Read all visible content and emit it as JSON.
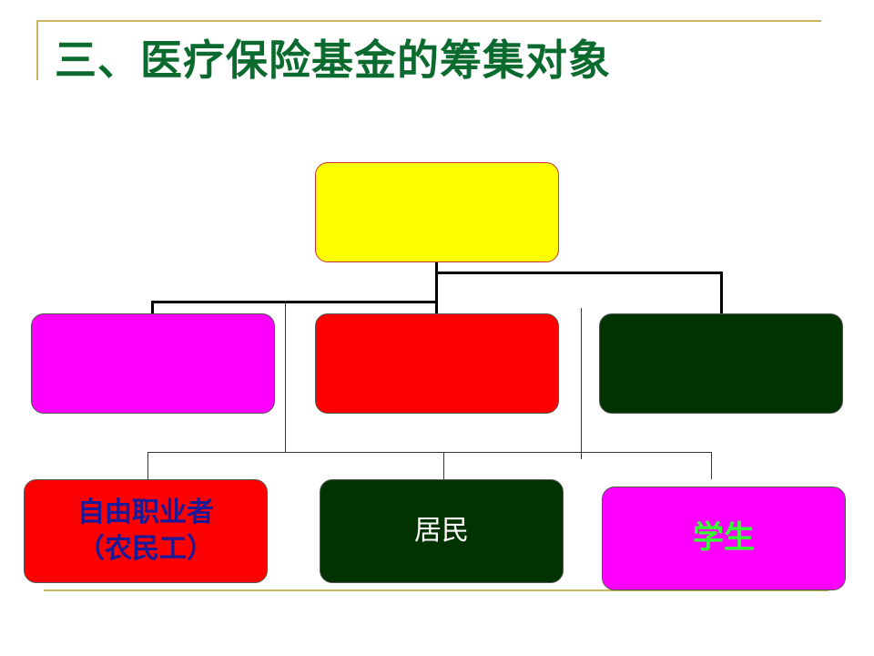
{
  "title": "三、医疗保险基金的筹集对象",
  "colors": {
    "title": "#0b6b2e",
    "yellow": "#ffff00",
    "magenta": "#ff00ff",
    "red": "#ff0000",
    "dark_green": "#003300",
    "frame": "#c8b45a"
  },
  "boxes": {
    "root": {
      "label": "",
      "color": "#ffff00"
    },
    "mid_left": {
      "label": "",
      "color": "#ff00ff"
    },
    "mid_center": {
      "label": "",
      "color": "#ff0000"
    },
    "mid_right": {
      "label": "",
      "color": "#003300"
    },
    "bottom_left": {
      "label": "自由职业者\n（农民工）",
      "color": "#ff0000",
      "text_color": "#1a1a99"
    },
    "bottom_center": {
      "label": "居民",
      "color": "#003300",
      "text_color": "#ffffff"
    },
    "bottom_right": {
      "label": "学生",
      "color": "#ff00ff",
      "text_color": "#33ff33"
    }
  }
}
